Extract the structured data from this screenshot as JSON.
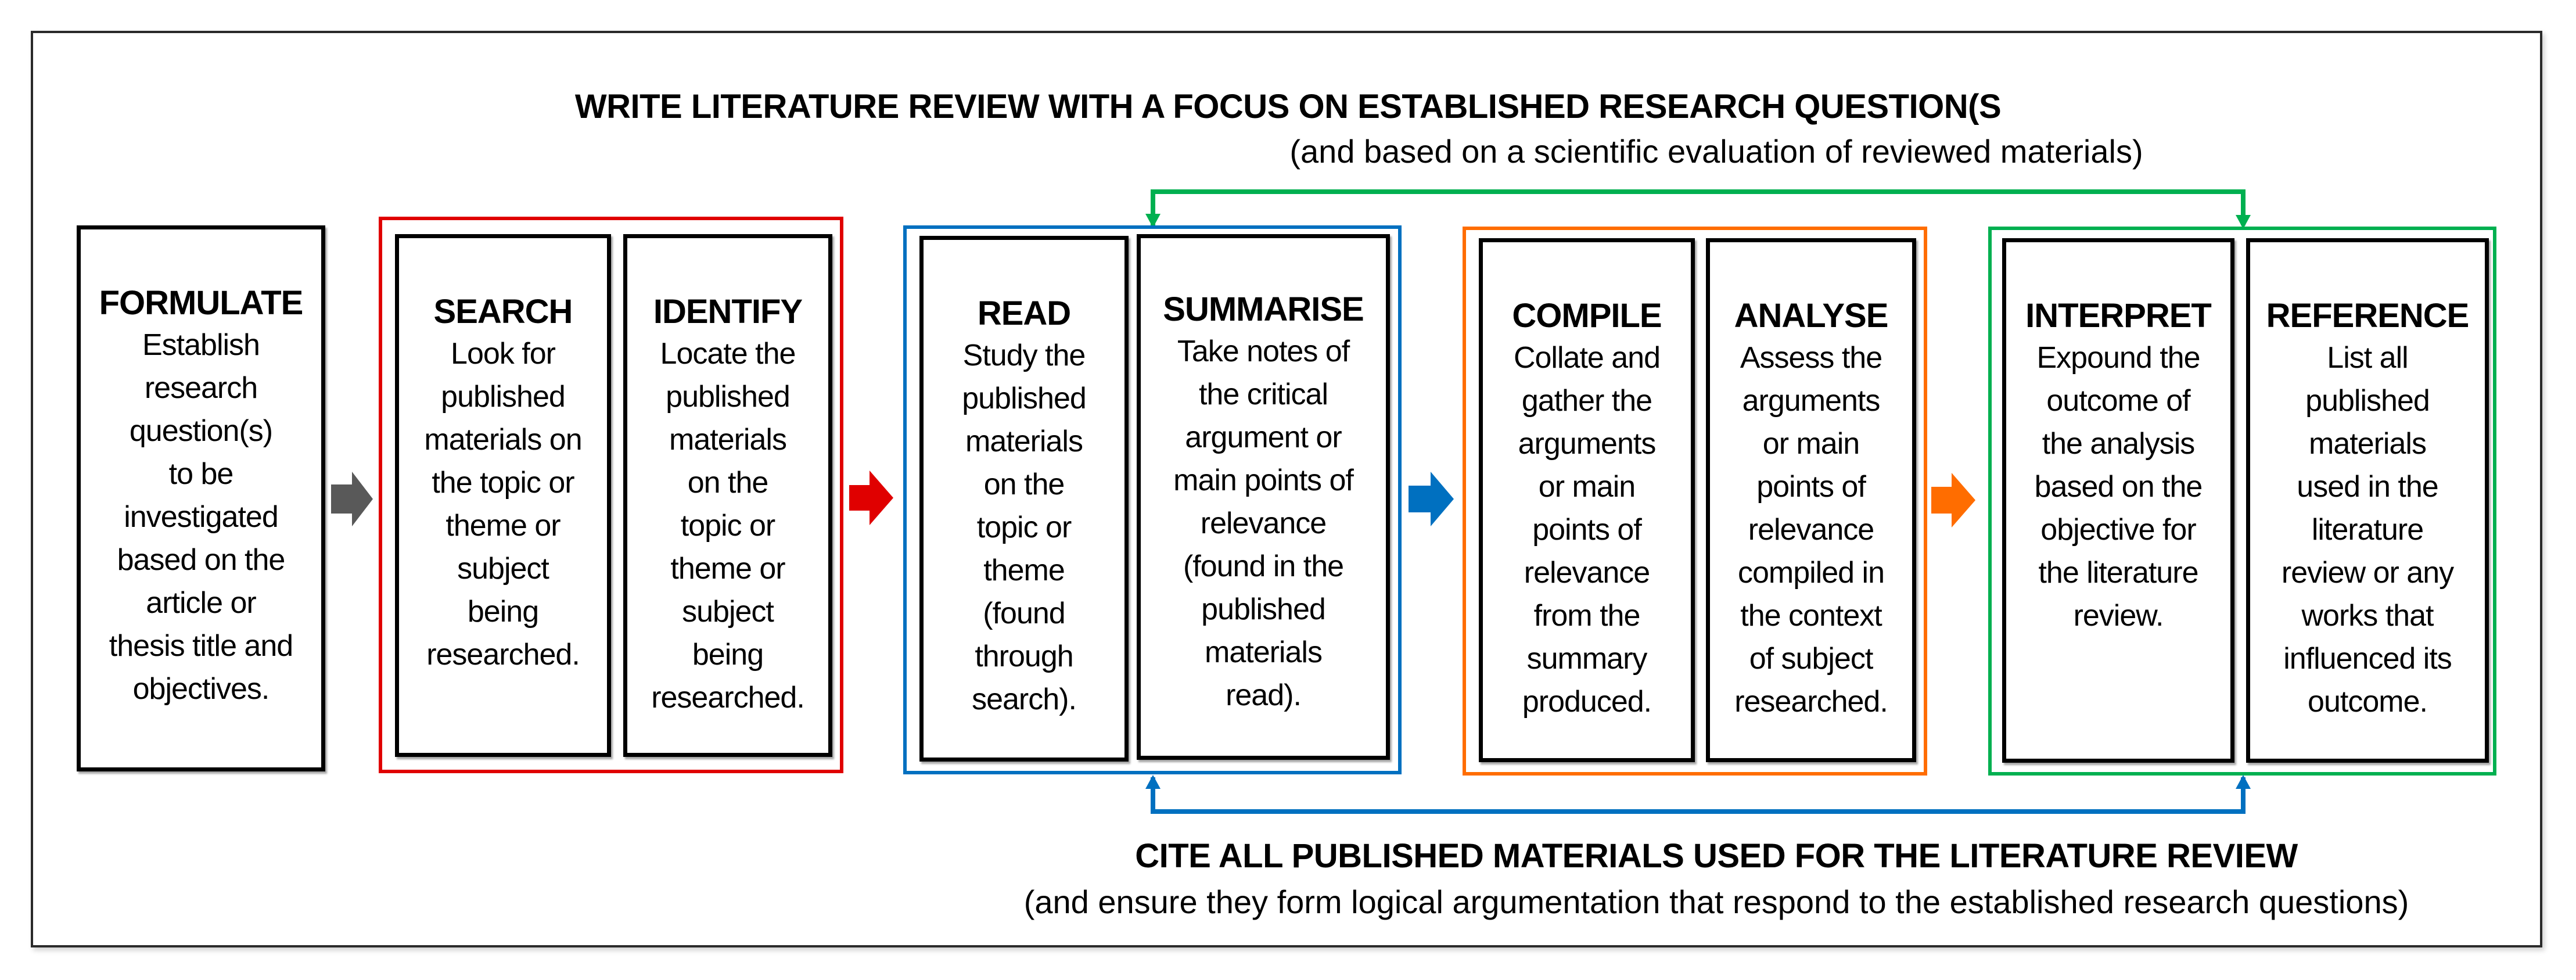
{
  "top_banner": {
    "title": "WRITE LITERATURE REVIEW WITH A FOCUS ON ESTABLISHED RESEARCH QUESTION(S",
    "subtitle": "(and based on a scientific evaluation of reviewed materials)"
  },
  "bottom_banner": {
    "title": "CITE ALL PUBLISHED MATERIALS USED FOR THE LITERATURE REVIEW",
    "subtitle": "(and ensure they form logical argumentation that respond to the established research questions)"
  },
  "colors": {
    "frame": "#2a2a2a",
    "box_border": "#000000",
    "gray_arrow": "#595959",
    "red": "#e00000",
    "blue": "#0070c0",
    "orange": "#ff6d00",
    "green": "#00b050"
  },
  "steps": {
    "formulate": {
      "title": "FORMULATE",
      "lines": [
        "Establish",
        "research",
        "question(s)",
        "to be",
        "investigated",
        "based on the",
        "article or",
        "thesis title and",
        "objectives."
      ]
    },
    "search": {
      "title": "SEARCH",
      "lines": [
        "Look for",
        "published",
        "materials on",
        "the topic or",
        "theme or",
        "subject",
        "being",
        "researched."
      ]
    },
    "identify": {
      "title": "IDENTIFY",
      "lines": [
        "Locate the",
        "published",
        "materials",
        "on the",
        "topic or",
        "theme or",
        "subject",
        "being",
        "researched."
      ]
    },
    "read": {
      "title": "READ",
      "lines": [
        "Study the",
        "published",
        "materials",
        "on the",
        "topic or",
        "theme",
        "(found",
        "through",
        "search)."
      ]
    },
    "summarise": {
      "title": "SUMMARISE",
      "lines": [
        "Take notes of",
        "the critical",
        "argument or",
        "main points of",
        "relevance",
        "(found in the",
        "published",
        "materials",
        "read)."
      ]
    },
    "compile": {
      "title": "COMPILE",
      "lines": [
        "Collate and",
        "gather the",
        "arguments",
        "or main",
        "points of",
        "relevance",
        "from the",
        "summary",
        "produced."
      ]
    },
    "analyse": {
      "title": "ANALYSE",
      "lines": [
        "Assess the",
        "arguments",
        "or main",
        "points of",
        "relevance",
        "compiled in",
        "the context",
        "of subject",
        "researched."
      ]
    },
    "interpret": {
      "title": "INTERPRET",
      "lines": [
        "Expound the",
        "outcome of",
        "the analysis",
        "based on the",
        "objective for",
        "the literature",
        "review."
      ]
    },
    "reference": {
      "title": "REFERENCE",
      "lines": [
        "List all",
        "published",
        "materials",
        "used in the",
        "literature",
        "review or any",
        "works that",
        "influenced its",
        "outcome."
      ]
    }
  },
  "groups": [
    {
      "name": "search-identify",
      "color": "red"
    },
    {
      "name": "read-summarise",
      "color": "blue"
    },
    {
      "name": "compile-analyse",
      "color": "orange"
    },
    {
      "name": "interpret-reference",
      "color": "green"
    }
  ],
  "flow_arrows": [
    {
      "from": "formulate",
      "to": "search-identify",
      "color": "gray"
    },
    {
      "from": "search-identify",
      "to": "read-summarise",
      "color": "red"
    },
    {
      "from": "read-summarise",
      "to": "compile-analyse",
      "color": "blue"
    },
    {
      "from": "compile-analyse",
      "to": "interpret-reference",
      "color": "orange"
    }
  ],
  "connectors": [
    {
      "label_ref": "top_banner",
      "color": "green",
      "links": [
        "summarise",
        "reference"
      ]
    },
    {
      "label_ref": "bottom_banner",
      "color": "blue",
      "links": [
        "summarise",
        "reference"
      ]
    }
  ]
}
